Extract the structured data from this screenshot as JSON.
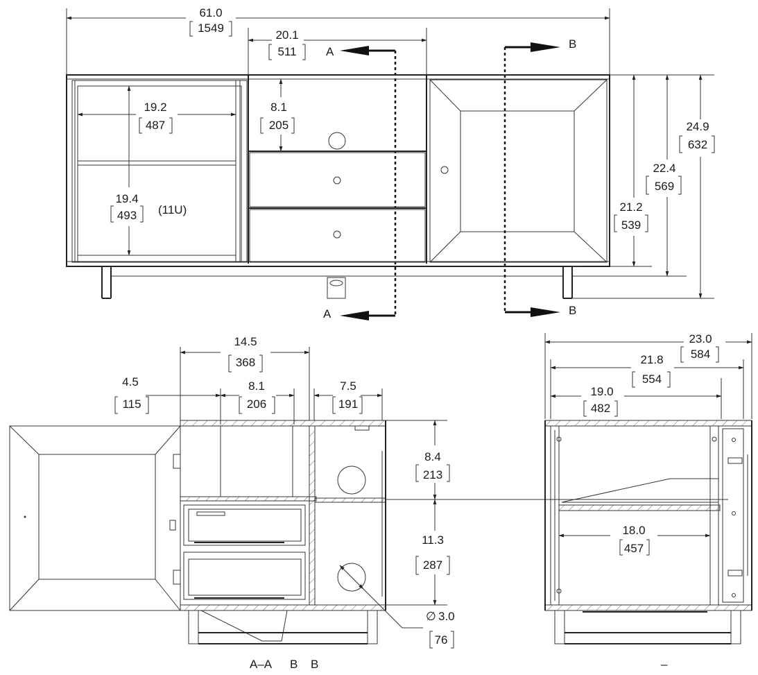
{
  "front_view": {
    "overall_width": {
      "in": "61.0",
      "mm": "1549"
    },
    "center_section_width": {
      "in": "20.1",
      "mm": "511"
    },
    "shelf_width": {
      "in": "19.2",
      "mm": "487"
    },
    "top_opening_height": {
      "in": "8.1",
      "mm": "205"
    },
    "bay_height": {
      "in": "19.4",
      "mm": "493"
    },
    "rack_units": "(11U)",
    "overall_height": {
      "in": "24.9",
      "mm": "632"
    },
    "body_height": {
      "in": "22.4",
      "mm": "569"
    },
    "cabinet_height": {
      "in": "21.2",
      "mm": "539"
    },
    "section_a": "A",
    "section_b": "B"
  },
  "section_view_aa": {
    "depth_overall": {
      "in": "14.5",
      "mm": "368"
    },
    "door_depth": {
      "in": "4.5",
      "mm": "115"
    },
    "drawer_depth": {
      "in": "8.1",
      "mm": "206"
    },
    "compartment_depth": {
      "in": "7.5",
      "mm": "191"
    },
    "upper_height": {
      "in": "8.4",
      "mm": "213"
    },
    "lower_height": {
      "in": "11.3",
      "mm": "287"
    },
    "hole_diameter": {
      "in": "3.0",
      "mm": "76"
    },
    "diameter_symbol": "∅",
    "caption_a": "A–A",
    "caption_b1": "B",
    "caption_b2": "B"
  },
  "section_view_bb": {
    "overall_depth": {
      "in": "23.0",
      "mm": "584"
    },
    "inner_depth": {
      "in": "21.8",
      "mm": "554"
    },
    "shelf_depth": {
      "in": "19.0",
      "mm": "482"
    },
    "interior_width": {
      "in": "18.0",
      "mm": "457"
    },
    "caption": "–"
  }
}
